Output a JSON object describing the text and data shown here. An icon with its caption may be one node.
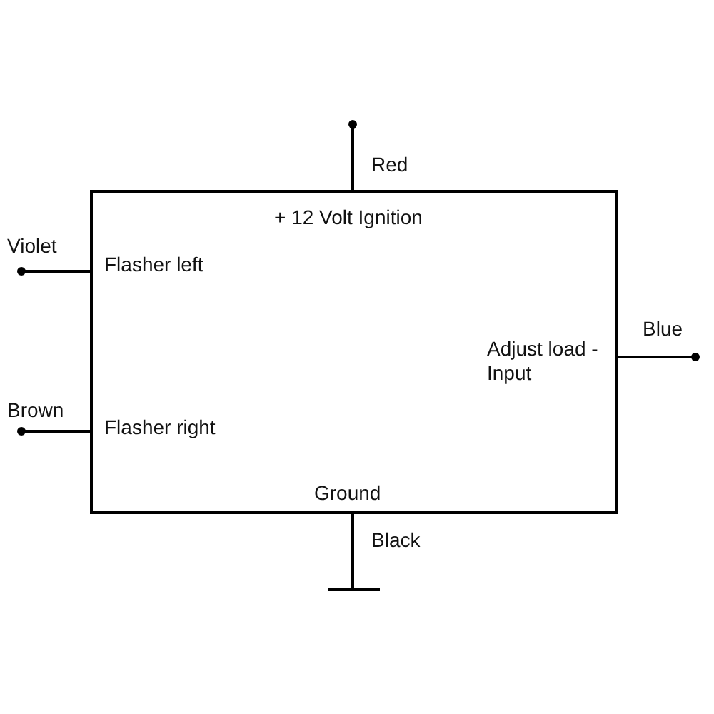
{
  "diagram": {
    "nodes": [
      {
        "text": [
          "+ 12 Volt Ignition",
          "Flasher left",
          "Adjust load - Input",
          "Flasher right",
          "Ground"
        ]
      },
      {
        "text": [],
        "shape": "bar"
      }
    ],
    "edges": [
      {
        "from": 0,
        "to": null,
        "arrow": "other",
        "label": "Red"
      },
      {
        "from": 0,
        "to": null,
        "arrow": "other",
        "label": "Violet"
      },
      {
        "from": 0,
        "to": null,
        "arrow": "other",
        "label": "Blue"
      },
      {
        "from": 0,
        "to": null,
        "arrow": "other",
        "label": "Brown"
      },
      {
        "from": 0,
        "to": 1,
        "arrow": "none",
        "label": "Black"
      }
    ]
  }
}
